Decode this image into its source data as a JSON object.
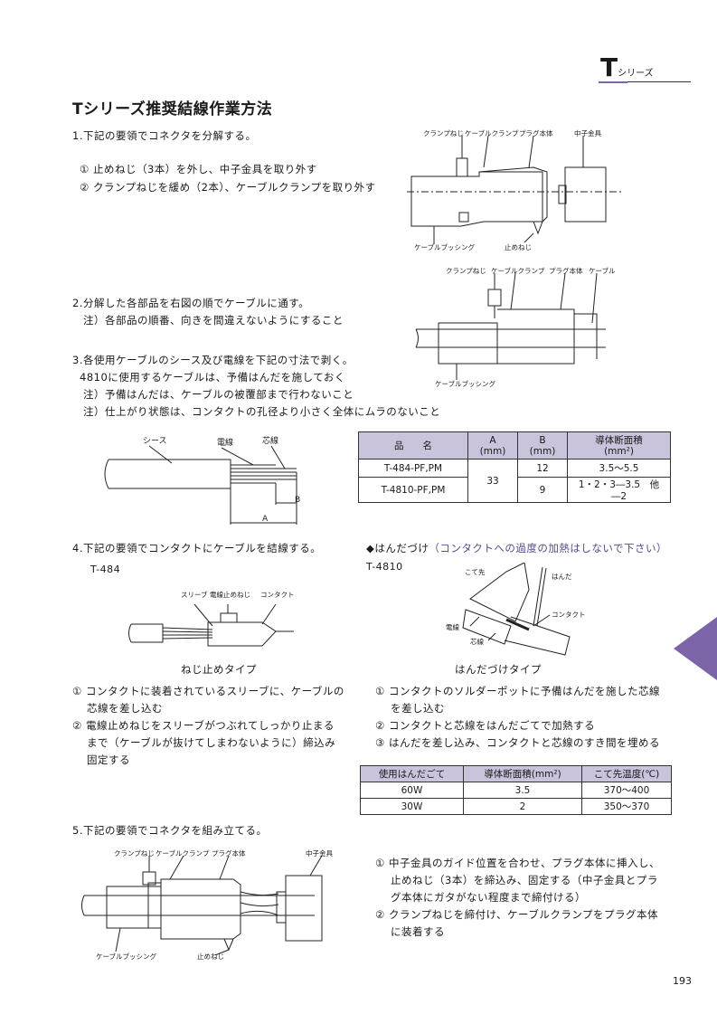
{
  "header": {
    "letter": "T",
    "suffix": "シリーズ"
  },
  "title": "Tシリーズ推奨結線作業方法",
  "step1": {
    "head": "1.下記の要領でコネクタを分解する。",
    "items": [
      "① 止めねじ（3本）を外し、中子金具を取り外す",
      "② クランプねじを緩め（2本）、ケーブルクランプを取り外す"
    ]
  },
  "fig1": {
    "clamp_screw": "クランプねじ",
    "cable_clamp": "ケーブルクランプ",
    "plug_body": "プラグ本体",
    "core_metal": "中子金具",
    "bushing": "ケーブルブッシング",
    "stop_screw": "止めねじ"
  },
  "step2": {
    "head": "2.分解した各部品を右図の順でケーブルに通す。",
    "note": "注）各部品の順番、向きを間違えないようにすること"
  },
  "fig2": {
    "clamp_screw": "クランプねじ",
    "cable_clamp": "ケーブルクランプ",
    "plug_body": "プラグ本体",
    "cable": "ケーブル",
    "bushing": "ケーブルブッシング"
  },
  "step3": {
    "head": "3.各使用ケーブルのシース及び電線を下記の寸法で剥く。",
    "lines": [
      "4810に使用するケーブルは、予備はんだを施しておく",
      "注）予備はんだは、ケーブルの被覆部まで行わないこと",
      "注）仕上がり状態は、コンタクトの孔径より小さく全体にムラのないこと"
    ]
  },
  "fig3": {
    "sheath": "シース",
    "wire": "電線",
    "core": "芯線",
    "a": "A",
    "b": "B"
  },
  "table1": {
    "h_name": "品　　名",
    "h_a": "A",
    "h_a_unit": "(mm)",
    "h_b": "B",
    "h_b_unit": "(mm)",
    "h_area": "導体断面積",
    "h_area_unit": "(mm²)",
    "rows": [
      {
        "name": "T-484-PF,PM",
        "b": "12",
        "area": "3.5～5.5"
      },
      {
        "name": "T-4810-PF,PM",
        "b": "9",
        "area": "1・2・3―3.5　他―2"
      }
    ],
    "a_shared": "33"
  },
  "step4": {
    "head": "4.下記の要領でコンタクトにケーブルを結線する。",
    "model_left": "T-484",
    "model_right": "T-4810",
    "solder_head": "◆はんだづけ",
    "solder_note": "（コンタクトへの過度の加熱はしないで下さい）"
  },
  "fig4": {
    "sleeve": "スリーブ",
    "wire_screw": "電線止めねじ",
    "contact": "コンタクト",
    "caption": "ねじ止めタイプ"
  },
  "fig5": {
    "tip": "こて先",
    "solder": "はんだ",
    "contact": "コンタクト",
    "wire": "電線",
    "core": "芯線",
    "caption": "はんだづけタイプ"
  },
  "left_items": [
    "① コンタクトに装着されているスリーブに、ケーブルの",
    "芯線を差し込む",
    "② 電線止めねじをスリーブがつぶれてしっかり止まる",
    "まで（ケーブルが抜けてしまわないように）締込み",
    "固定する"
  ],
  "right_items": [
    "① コンタクトのソルダーポットに予備はんだを施した芯線",
    "を差し込む",
    "② コンタクトと芯線をはんだごてで加熱する",
    "③ はんだを差し込み、コンタクトと芯線のすき間を埋める"
  ],
  "table2": {
    "h_iron": "使用はんだごて",
    "h_area": "導体断面積(mm²)",
    "h_temp": "こて先温度(℃)",
    "rows": [
      {
        "iron": "60W",
        "area": "3.5",
        "temp": "370～400"
      },
      {
        "iron": "30W",
        "area": "2",
        "temp": "350～370"
      }
    ]
  },
  "step5": {
    "head": "5.下記の要領でコネクタを組み立てる。",
    "items": [
      "① 中子金具のガイド位置を合わせ、プラグ本体に挿入し、",
      "止めねじ（3本）を締込み、固定する（中子金具とプラ",
      "グ本体にガタがない程度まで締付ける）",
      "② クランプねじを締付け、ケーブルクランプをプラグ本体",
      "に装着する"
    ]
  },
  "fig6": {
    "clamp_screw": "クランプねじ",
    "cable_clamp": "ケーブルクランプ",
    "plug_body": "プラグ本体",
    "core_metal": "中子金具",
    "bushing": "ケーブルブッシング",
    "stop_screw": "止めねじ"
  },
  "page_number": "193"
}
